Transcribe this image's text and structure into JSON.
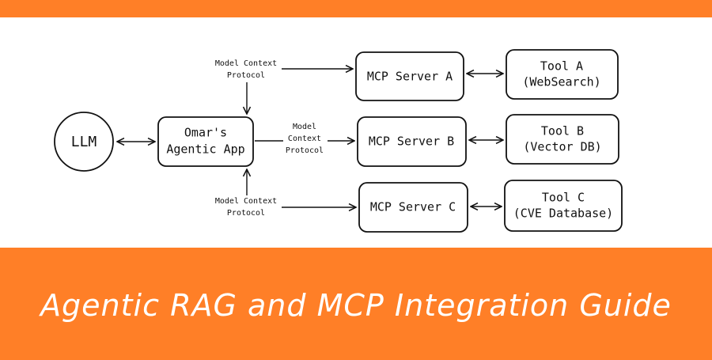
{
  "colors": {
    "band": "#ff7f27",
    "banner_text": "#ffffff",
    "stroke": "#111111"
  },
  "banner": {
    "title": "Agentic RAG and MCP Integration Guide"
  },
  "diagram": {
    "llm": "LLM",
    "app": [
      "Omar's",
      "Agentic App"
    ],
    "servers": [
      "MCP Server A",
      "MCP Server B",
      "MCP Server C"
    ],
    "tools": [
      [
        "Tool A",
        "(WebSearch)"
      ],
      [
        "Tool B",
        "(Vector DB)"
      ],
      [
        "Tool C",
        "(CVE Database)"
      ]
    ],
    "protocol_labels": [
      [
        "Model Context",
        "Protocol"
      ],
      [
        "Model",
        "Context",
        "Protocol"
      ],
      [
        "Model Context",
        "Protocol"
      ]
    ]
  }
}
